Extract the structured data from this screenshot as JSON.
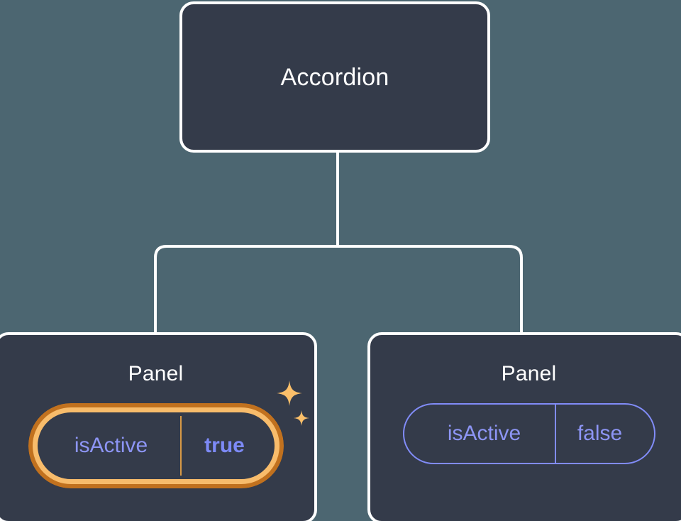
{
  "theme": {
    "background_color": "#4C6671",
    "card_fill_color": "#343B4A",
    "card_border_color": "#FFFFFF",
    "connector_color": "#FFFFFF",
    "prop_accent_color": "#818CF8",
    "highlight_outer_color": "#C1711E",
    "highlight_inner_color": "#F8BC6B",
    "sparkle_color": "#FBBF6A"
  },
  "tree": {
    "root": {
      "title": "Accordion"
    },
    "children": [
      {
        "title": "Panel",
        "highlighted": true,
        "prop": {
          "key": "isActive",
          "value": "true"
        }
      },
      {
        "title": "Panel",
        "highlighted": false,
        "prop": {
          "key": "isActive",
          "value": "false"
        }
      }
    ]
  },
  "icons": {
    "sparkle_large": "sparkle-large-icon",
    "sparkle_small": "sparkle-small-icon"
  }
}
